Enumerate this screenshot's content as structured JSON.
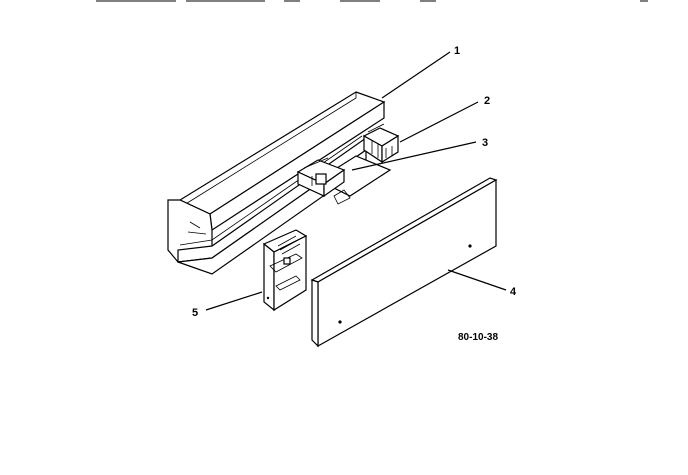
{
  "diagram": {
    "callouts": [
      {
        "id": "1",
        "label": "1"
      },
      {
        "id": "2",
        "label": "2"
      },
      {
        "id": "3",
        "label": "3"
      },
      {
        "id": "4",
        "label": "4"
      },
      {
        "id": "5",
        "label": "5"
      }
    ],
    "figure_code": "80-10-38"
  }
}
